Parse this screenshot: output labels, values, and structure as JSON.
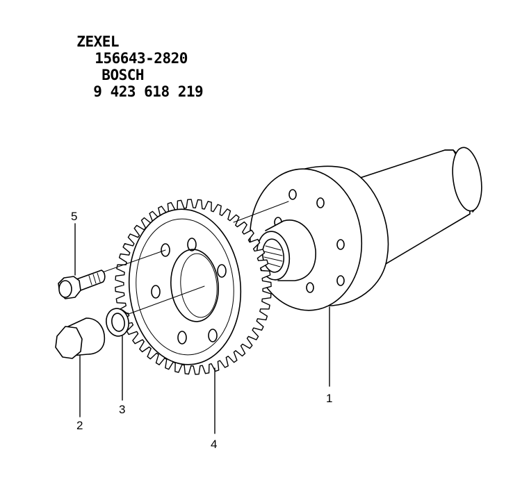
{
  "header": {
    "brand1": "ZEXEL",
    "part1": "156643-2820",
    "brand2": "BOSCH",
    "part2": "9 423 618 219"
  },
  "callouts": [
    {
      "id": "1",
      "label": "1"
    },
    {
      "id": "2",
      "label": "2"
    },
    {
      "id": "3",
      "label": "3"
    },
    {
      "id": "4",
      "label": "4"
    },
    {
      "id": "5",
      "label": "5"
    }
  ],
  "colors": {
    "line": "#000000",
    "background": "#ffffff"
  }
}
